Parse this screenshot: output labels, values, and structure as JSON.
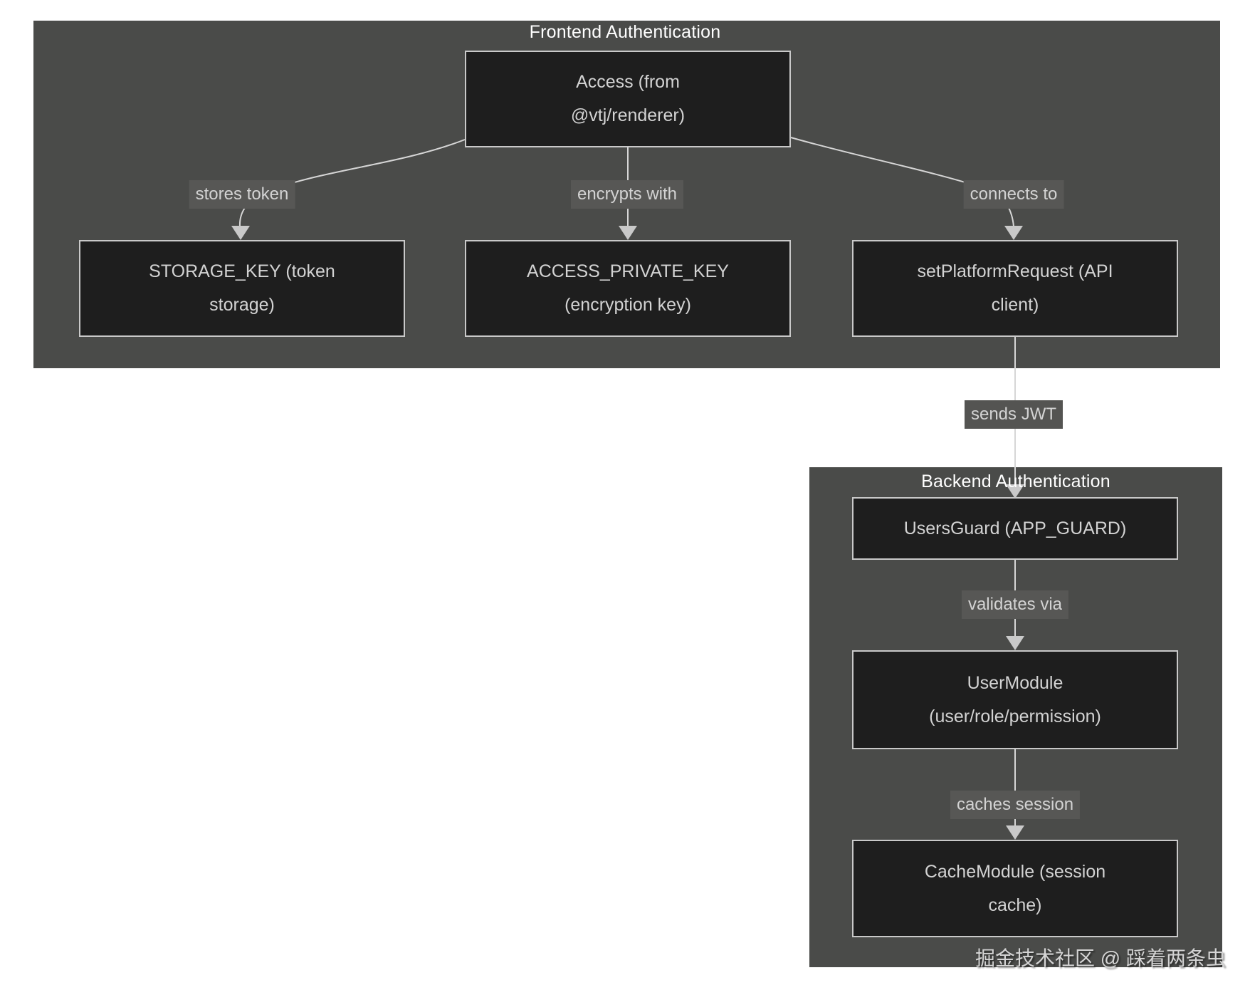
{
  "frontend": {
    "title": "Frontend Authentication",
    "nodes": {
      "access": {
        "line1": "Access (from",
        "line2": "@vtj/renderer)"
      },
      "storage_key": {
        "line1": "STORAGE_KEY (token",
        "line2": "storage)"
      },
      "access_private_key": {
        "line1": "ACCESS_PRIVATE_KEY",
        "line2": "(encryption key)"
      },
      "set_platform_request": {
        "line1": "setPlatformRequest (API",
        "line2": "client)"
      }
    },
    "edge_labels": {
      "stores_token": "stores token",
      "encrypts_with": "encrypts with",
      "connects_to": "connects to"
    }
  },
  "backend": {
    "title": "Backend Authentication",
    "nodes": {
      "users_guard": {
        "line1": "UsersGuard (APP_GUARD)"
      },
      "user_module": {
        "line1": "UserModule",
        "line2": "(user/role/permission)"
      },
      "cache_module": {
        "line1": "CacheModule (session",
        "line2": "cache)"
      }
    },
    "edge_labels": {
      "sends_jwt": "sends JWT",
      "validates_via": "validates via",
      "caches_session": "caches session"
    }
  },
  "watermark": "掘金技术社区 @ 踩着两条虫",
  "colors": {
    "page_bg": "#ffffff",
    "container_bg": "#4a4b49",
    "node_bg": "#1e1e1e",
    "node_border": "#c9c9c9",
    "node_text": "#d3d3d3",
    "edge_line": "#d6d6d6",
    "edge_label_bg": "#575755",
    "edge_label_bg_outside": "#545452",
    "edge_label_text": "#d3d3d3",
    "title_text": "#ffffff",
    "watermark_text": "#d4d4d4"
  }
}
